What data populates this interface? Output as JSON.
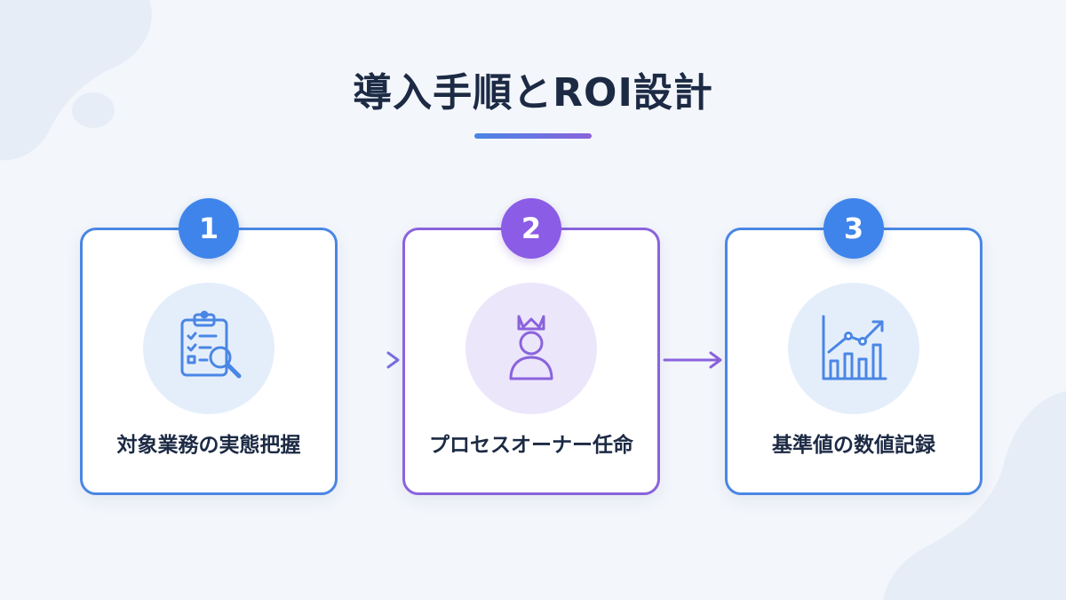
{
  "title": "導入手順とROI設計",
  "colors": {
    "blue": "#4a86e4",
    "purple": "#8a63dc",
    "text": "#1c2a44"
  },
  "steps": [
    {
      "number": "1",
      "label": "対象業務の実態把握",
      "icon": "clipboard-checklist-magnifier-icon",
      "accent": "blue"
    },
    {
      "number": "2",
      "label": "プロセスオーナー任命",
      "icon": "crowned-person-icon",
      "accent": "purple"
    },
    {
      "number": "3",
      "label": "基準値の数値記録",
      "icon": "bar-chart-trend-icon",
      "accent": "blue"
    }
  ]
}
